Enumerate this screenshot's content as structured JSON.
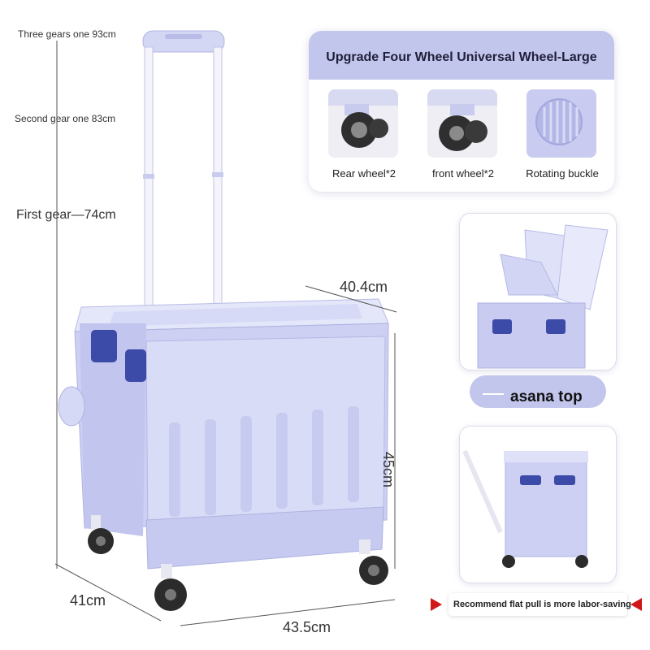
{
  "gears": {
    "third": "Three gears one 93cm",
    "second": "Second gear one 83cm",
    "first": "First gear—74cm"
  },
  "dimensions": {
    "depth_top": "40.4cm",
    "height": "45cm",
    "depth_bottom": "41cm",
    "width": "43.5cm"
  },
  "wheel_panel": {
    "title": "Upgrade Four Wheel Universal Wheel-Large",
    "rear_caption": "Rear wheel*2",
    "front_caption": "front wheel*2",
    "buckle_caption": "Rotating buckle"
  },
  "lid_tag": "asana top",
  "recommend_text": "Recommend flat pull is more labor-saving",
  "colors": {
    "accent": "#c3c6ec",
    "body": "#d6d9f5",
    "body_shade": "#b6bae6",
    "window": "#3c4aa8",
    "wheel": "#2b2b2b",
    "arrow": "#d01818"
  }
}
